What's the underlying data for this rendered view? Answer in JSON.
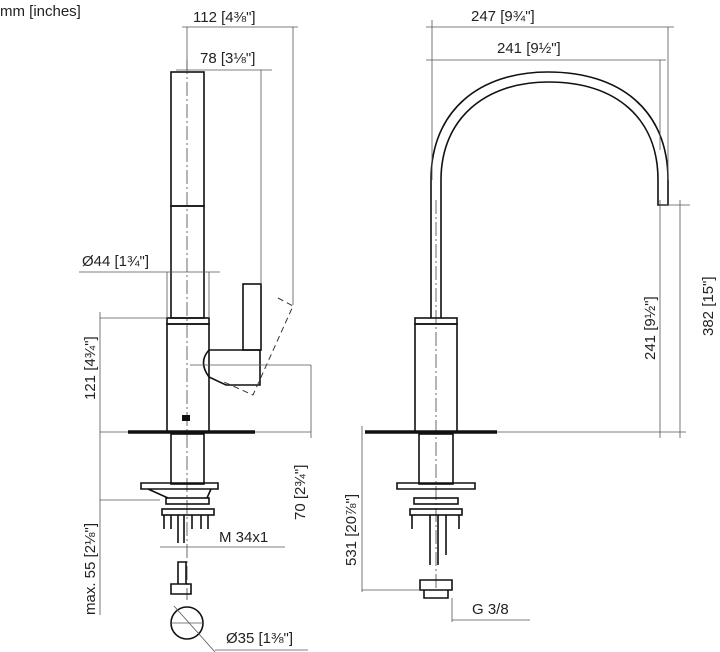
{
  "units_label": "mm [inches]",
  "side_view": {
    "dims": {
      "overall_depth": "112 [4⅜\"]",
      "spout_depth": "78 [3⅛\"]",
      "diameter": "Ø44 [1¾\"]",
      "body_height": "121 [4¾\"]",
      "handle_height": "70 [2¾\"]",
      "max_deck": "max. 55 [2⅛\"]",
      "thread": "M 34x1",
      "hole_diameter": "Ø35 [1⅜\"]"
    }
  },
  "front_view": {
    "dims": {
      "overall_reach": "247 [9¾\"]",
      "spout_reach": "241 [9½\"]",
      "spout_clearance": "241 [9½\"]",
      "overall_height": "382 [15\"]",
      "hose_length": "531 [20⅞\"]",
      "connection": "G 3/8"
    }
  }
}
